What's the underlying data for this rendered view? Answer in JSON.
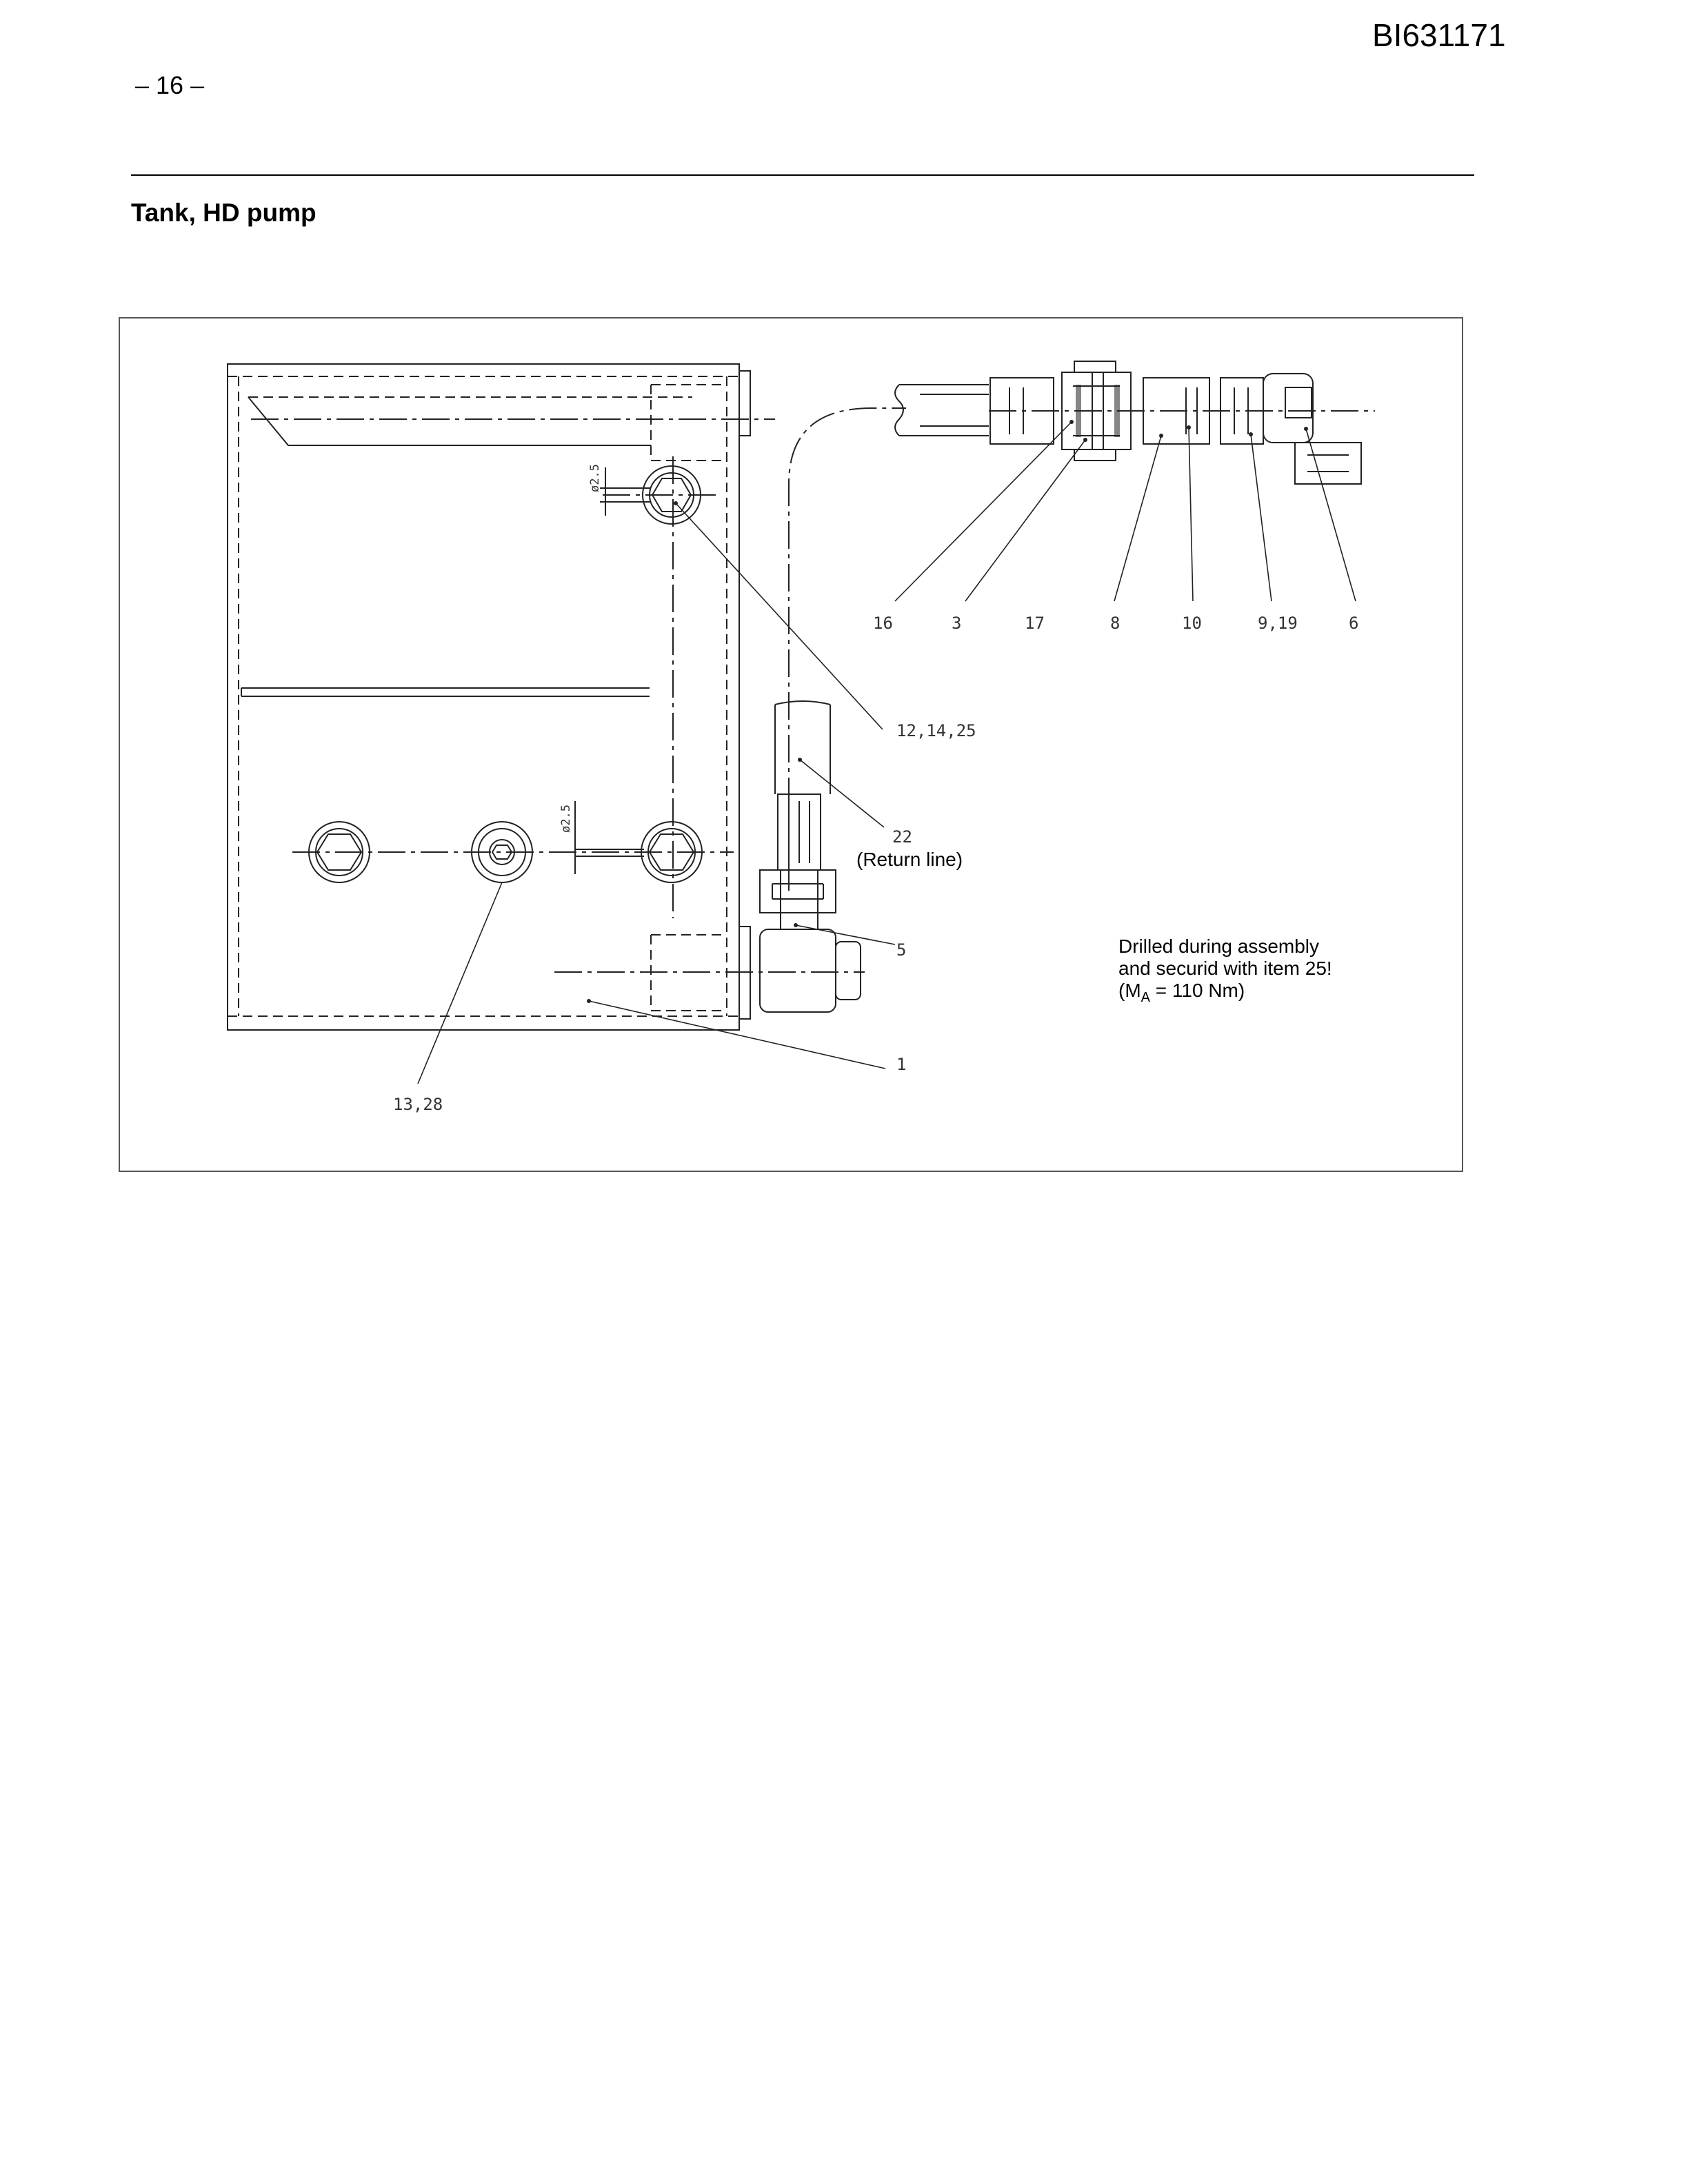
{
  "header": {
    "doc_id": "BI631171",
    "page_number": "– 16 –"
  },
  "section": {
    "title": "Tank, HD pump"
  },
  "drawing": {
    "dimension_labels": [
      "ø2.5",
      "ø2.5"
    ],
    "callouts": {
      "c16": "16",
      "c3": "3",
      "c17": "17",
      "c8": "8",
      "c10": "10",
      "c9_19": "9,19",
      "c6": "6",
      "c12_14_25": "12,14,25",
      "c22": "22",
      "c5": "5",
      "c1": "1",
      "c13_28": "13,28"
    },
    "return_line_label": "(Return line)",
    "note": {
      "line1": "Drilled during assembly",
      "line2": "and securid with item 25!",
      "line3_prefix": "(M",
      "line3_sub": "A",
      "line3_suffix": " = 110 Nm)"
    }
  }
}
